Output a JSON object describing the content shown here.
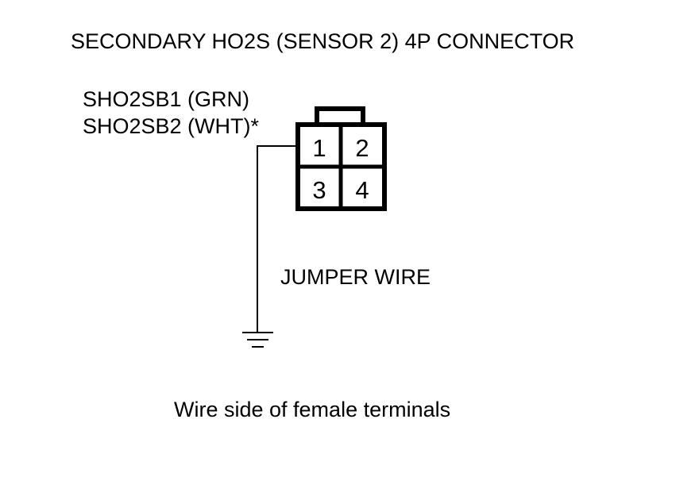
{
  "title": "SECONDARY HO2S (SENSOR 2) 4P CONNECTOR",
  "wire_labels": [
    "SHO2SB1 (GRN)",
    "SHO2SB2 (WHT)*"
  ],
  "connector": {
    "pins": [
      "1",
      "2",
      "3",
      "4"
    ]
  },
  "jumper_label": "JUMPER WIRE",
  "caption": "Wire side of female terminals"
}
